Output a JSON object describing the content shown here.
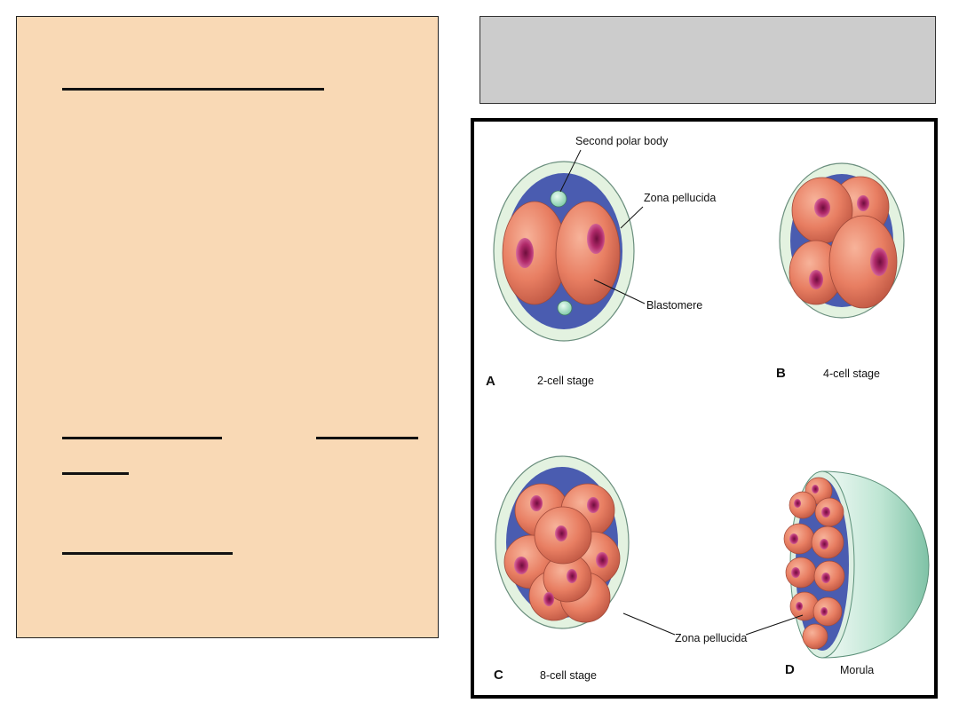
{
  "figure": {
    "labels": {
      "second_polar_body": "Second polar body",
      "zona_pellucida_a": "Zona pellucida",
      "blastomere": "Blastomere",
      "zona_pellucida_cd": "Zona pellucida"
    },
    "panels": [
      {
        "letter": "A",
        "caption": "2-cell stage"
      },
      {
        "letter": "B",
        "caption": "4-cell stage"
      },
      {
        "letter": "C",
        "caption": "8-cell stage"
      },
      {
        "letter": "D",
        "caption": "Morula"
      }
    ]
  },
  "colors": {
    "panel_bg": "#f9d9b5",
    "gray_box": "#cccccc",
    "zona": "#e3f2e0",
    "perivitelline": "#4a5cb0",
    "cell": "#e87e62",
    "nucleus": "#b02a6a",
    "polar_body": "#9fdcc0"
  }
}
